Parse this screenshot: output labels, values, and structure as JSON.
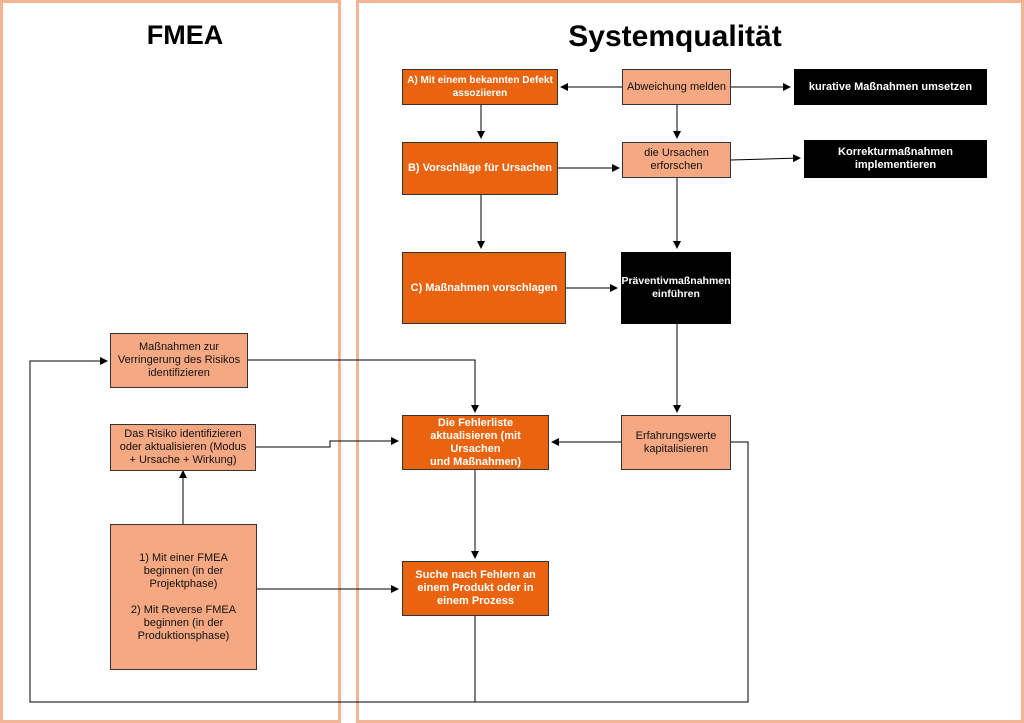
{
  "panels": {
    "fmea_title": "FMEA",
    "system_title": "Systemqualität"
  },
  "nodes": {
    "a_defekt": "A) Mit einem bekannten Defekt assoziieren",
    "abweichung": "Abweichung melden",
    "kurative": "kurative Maßnahmen umsetzen",
    "b_vorschlaege": "B) Vorschläge für Ursachen",
    "ursachen": "die Ursachen\nerforschen",
    "korrektur": "Korrekturmaßnahmen\nimplementieren",
    "c_massnahmen": "C) Maßnahmen vorschlagen",
    "praeventiv": "Präventivmaßnahmen\neinführen",
    "risiko_verringerung": "Maßnahmen zur\nVerringerung des Risikos\nidentifizieren",
    "fehlerliste": "Die Fehlerliste\naktualisieren (mit Ursachen\nund Maßnahmen)",
    "erfahrungswerte": "Erfahrungswerte\nkapitalisieren",
    "risiko_identifizieren": "Das Risiko identifizieren\noder aktualisieren (Modus\n+ Ursache + Wirkung)",
    "fmea_beginnen": "1) Mit einer FMEA\nbeginnen (in der\nProjektphase)\n\n2) Mit Reverse FMEA\nbeginnen (in der\nProduktionsphase)",
    "suche": "Suche nach Fehlern an\neinem Produkt oder in\neinem Prozess"
  }
}
